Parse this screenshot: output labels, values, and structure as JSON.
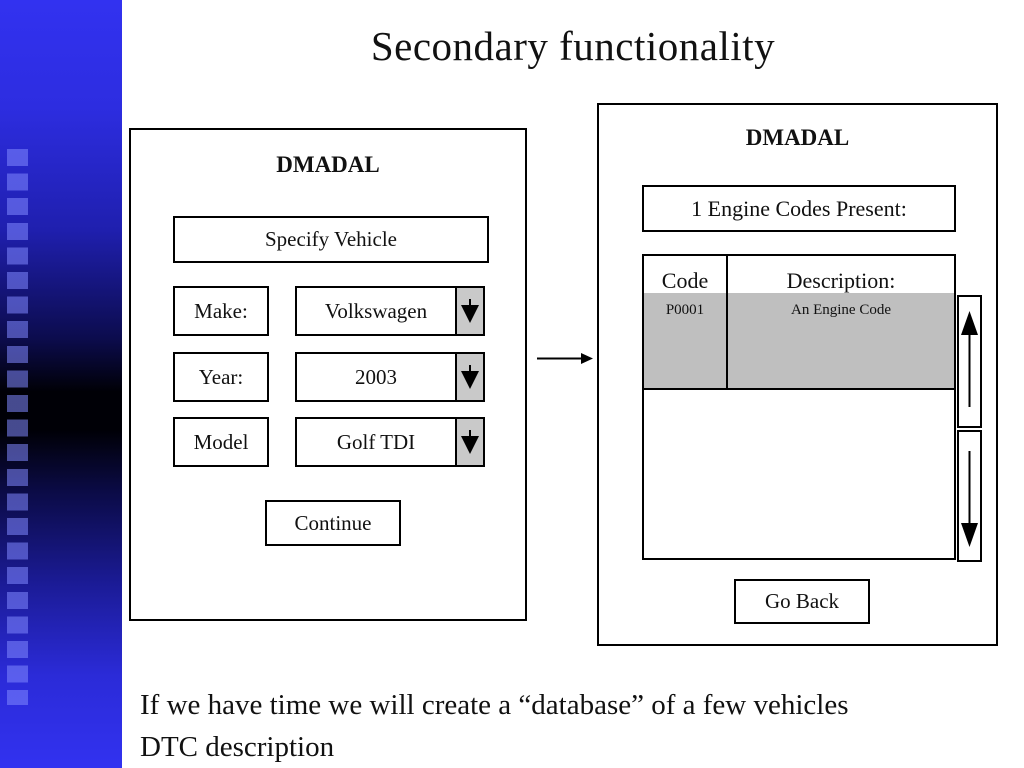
{
  "title": "Secondary functionality",
  "left_dialog": {
    "title": "DMADAL",
    "header": "Specify Vehicle",
    "rows": [
      {
        "label": "Make:",
        "value": "Volkswagen"
      },
      {
        "label": "Year:",
        "value": "2003"
      },
      {
        "label": "Model",
        "value": "Golf TDI"
      }
    ],
    "continue_label": "Continue"
  },
  "right_dialog": {
    "title": "DMADAL",
    "header": "1 Engine Codes Present:",
    "table": {
      "columns": {
        "code": "Code",
        "description": "Description:"
      },
      "rows": [
        {
          "code": "P0001",
          "description": "An Engine Code"
        }
      ]
    },
    "go_back_label": "Go Back"
  },
  "footer": {
    "lines": [
      "If we have time we will create a “database” of a few vehicles",
      "DTC description"
    ]
  },
  "icons": {
    "dropdown_arrow": "▼",
    "scroll_up_arrow": "↑",
    "scroll_down_arrow": "↓",
    "flow_arrow": "→"
  },
  "colors": {
    "background": "#ffffff",
    "border": "#000000",
    "dropdown_button_bg": "#c9c9c9",
    "selected_row_bg": "#bfbfbf",
    "sidebar_blue": "#3232f0",
    "sidebar_dark": "#000006"
  }
}
